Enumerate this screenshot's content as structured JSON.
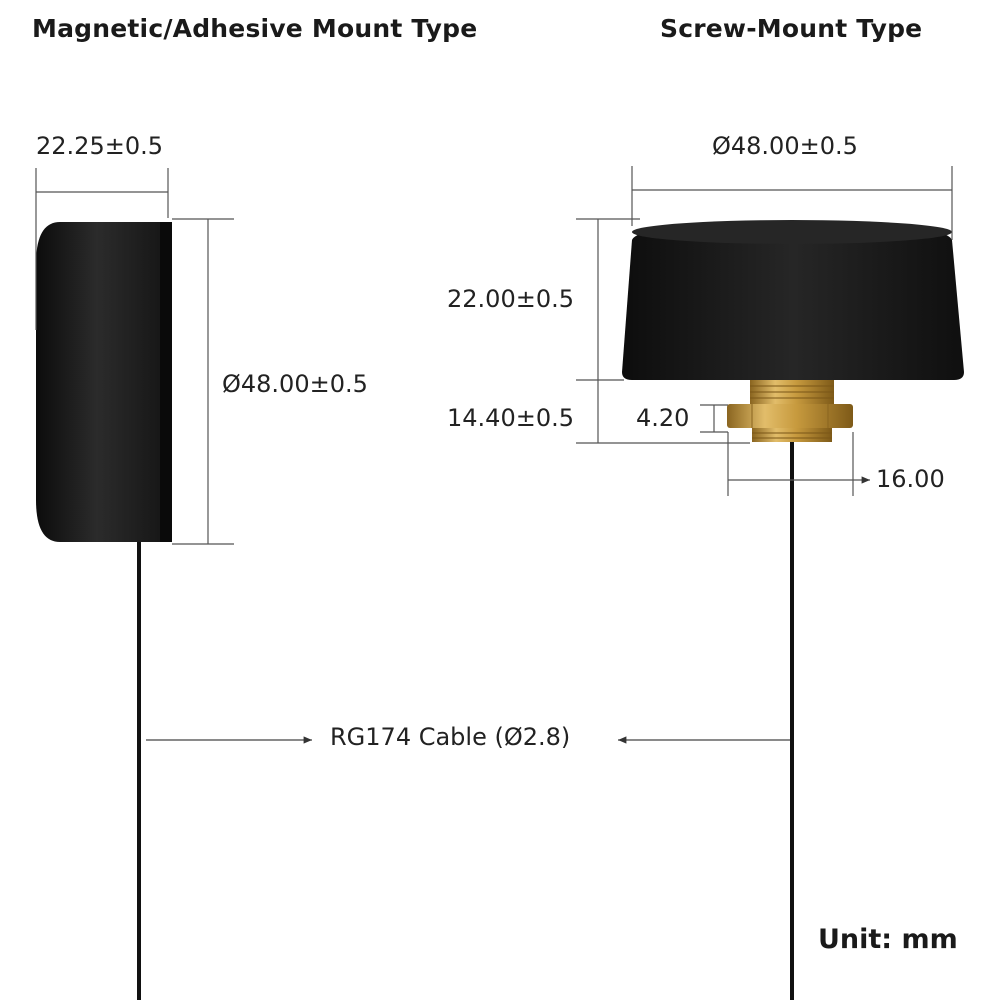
{
  "titles": {
    "left": "Magnetic/Adhesive Mount Type",
    "right": "Screw-Mount Type"
  },
  "dimensions": {
    "left_thickness": "22.25±0.5",
    "left_diameter": "Ø48.00±0.5",
    "right_diameter": "Ø48.00±0.5",
    "right_height": "22.00±0.5",
    "thread_height": "14.40±0.5",
    "nut_height": "4.20",
    "thread_width": "16.00"
  },
  "cable_label": "RG174 Cable (Ø2.8)",
  "unit_label": "Unit: mm",
  "colors": {
    "housing": "#1c1c1c",
    "brass": "#c9a04a",
    "cable": "#111111",
    "dimension_line": "#444444"
  }
}
